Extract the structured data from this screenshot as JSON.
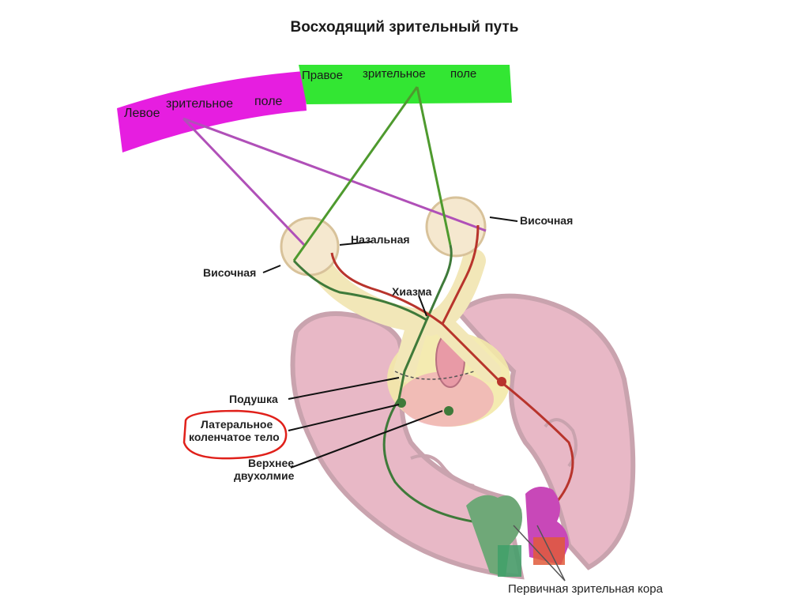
{
  "title": "Восходящий зрительный путь",
  "colors": {
    "left_field": "#e61ee0",
    "right_field": "#33e633",
    "purple_ray": "#b050b8",
    "green_ray": "#4e9a2e",
    "red_tract": "#b8342c",
    "dark_green_tract": "#3f7a3a",
    "brain_tissue": "#e8b8c6",
    "brain_outline": "#c9a3ae",
    "highlight": "#e0201a"
  },
  "fields": {
    "left_word1": "Левое",
    "left_word2": "зрительное",
    "left_word3": "поле",
    "right_word1": "Правое",
    "right_word2": "зрительное",
    "right_word3": "поле"
  },
  "labels": {
    "temporal_right": "Височная",
    "nasal": "Назальная",
    "temporal_left": "Височная",
    "chiasm": "Хиазма",
    "pulvinar": "Подушка",
    "lgn_line1": "Латеральное",
    "lgn_line2": "коленчатое тело",
    "sc_line1": "Верхнее",
    "sc_line2": "двухолмие",
    "v1": "Первичная зрительная кора"
  }
}
